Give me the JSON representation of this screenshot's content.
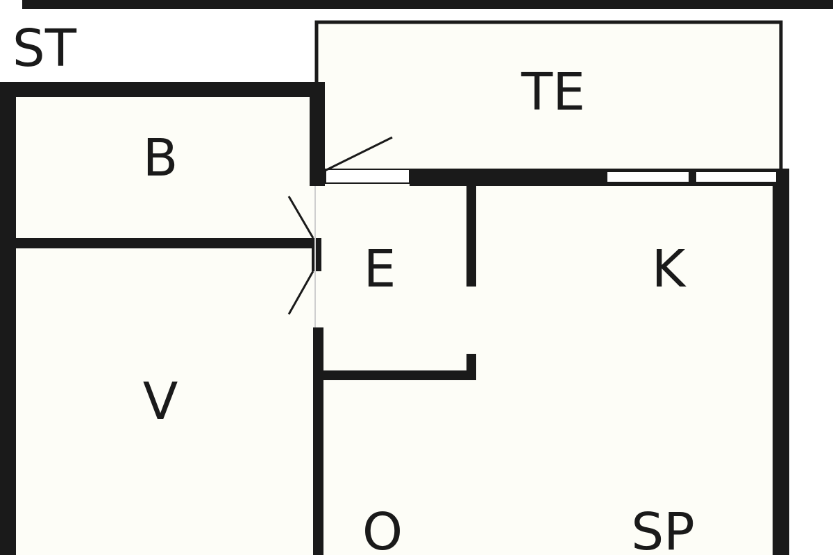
{
  "colors": {
    "wall": "#1a1a1a",
    "floor": "#fdfdf7",
    "background": "#ffffff"
  },
  "rooms": {
    "st": "ST",
    "te": "TE",
    "b": "B",
    "e": "E",
    "k": "K",
    "v": "V",
    "o": "O",
    "sp": "SP"
  }
}
